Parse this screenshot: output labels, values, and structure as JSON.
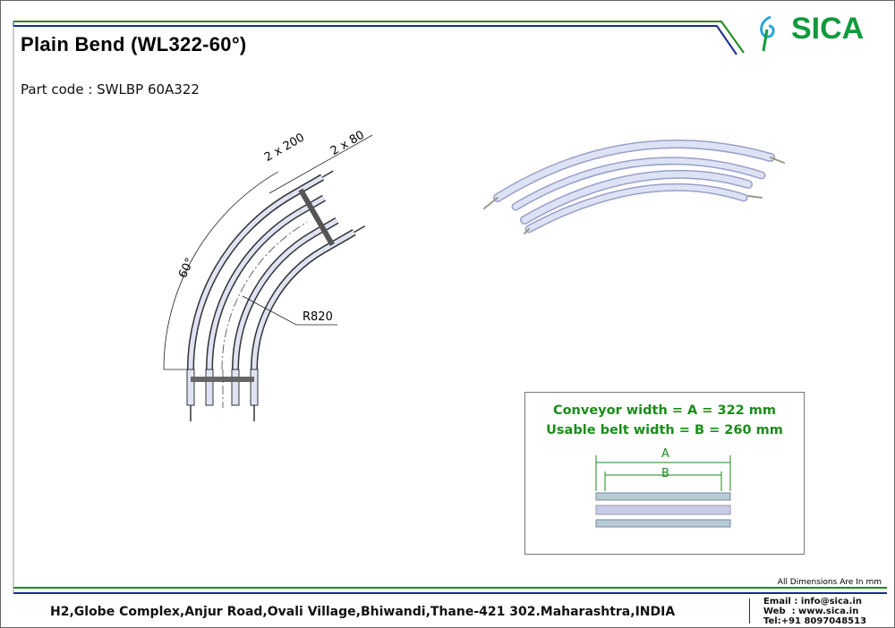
{
  "header": {
    "title": "Plain Bend (WL322-60°)",
    "part_code": "Part code : SWLBP 60A322",
    "logo": "SICA"
  },
  "drawing": {
    "dim_pitch_a": "2 x 200",
    "dim_pitch_b": "2 x 80",
    "angle": "60°",
    "radius": "R820"
  },
  "info_box": {
    "line1": "Conveyor width = A = 322 mm",
    "line2": "Usable belt width = B = 260 mm",
    "label_a": "A",
    "label_b": "B"
  },
  "footer": {
    "note": "All Dimensions Are In mm",
    "address": "H2,Globe Complex,Anjur Road,Ovali Village,Bhiwandi,Thane-421 302.Maharashtra,INDIA",
    "email": "Email : info@sica.in",
    "web": "Web  : www.sica.in",
    "tel": "Tel:+91 8097048513"
  },
  "colors": {
    "green": "#1f8a1f",
    "blue": "#1a2a8a",
    "brand": "#119a3c"
  }
}
